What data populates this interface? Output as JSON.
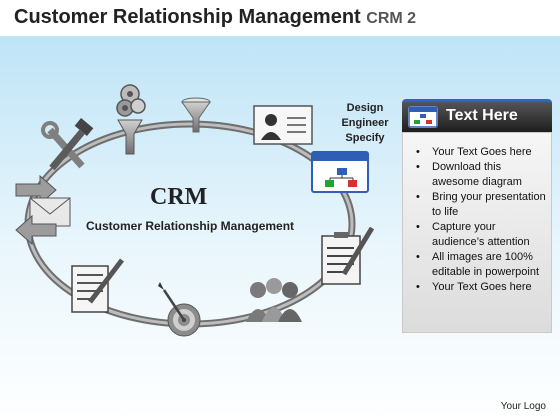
{
  "title": {
    "main": "Customer Relationship Management",
    "sub": "CRM 2"
  },
  "center": {
    "title": "CRM",
    "subtitle": "Customer Relationship Management"
  },
  "department_label": [
    "Design",
    "Engineer",
    "Specify"
  ],
  "panel": {
    "header": "Text Here",
    "bullets": [
      "Your Text Goes here",
      "Download this awesome diagram",
      "Bring your presentation to life",
      "Capture your audience’s attention",
      "All images are 100% editable in powerpoint",
      "Your Text Goes here"
    ]
  },
  "logo": "Your Logo",
  "colors": {
    "ring": "#8e8e8e",
    "panel_accent": "#2a66c8",
    "bg_top": "#bfe4f7"
  },
  "icons": [
    "gears-icon",
    "funnel-icon",
    "id-card-icon",
    "window-diagram-icon",
    "clipboard-pen-icon",
    "people-group-icon",
    "dartboard-icon",
    "document-pen-icon",
    "mail-exchange-icon",
    "tools-icon"
  ]
}
